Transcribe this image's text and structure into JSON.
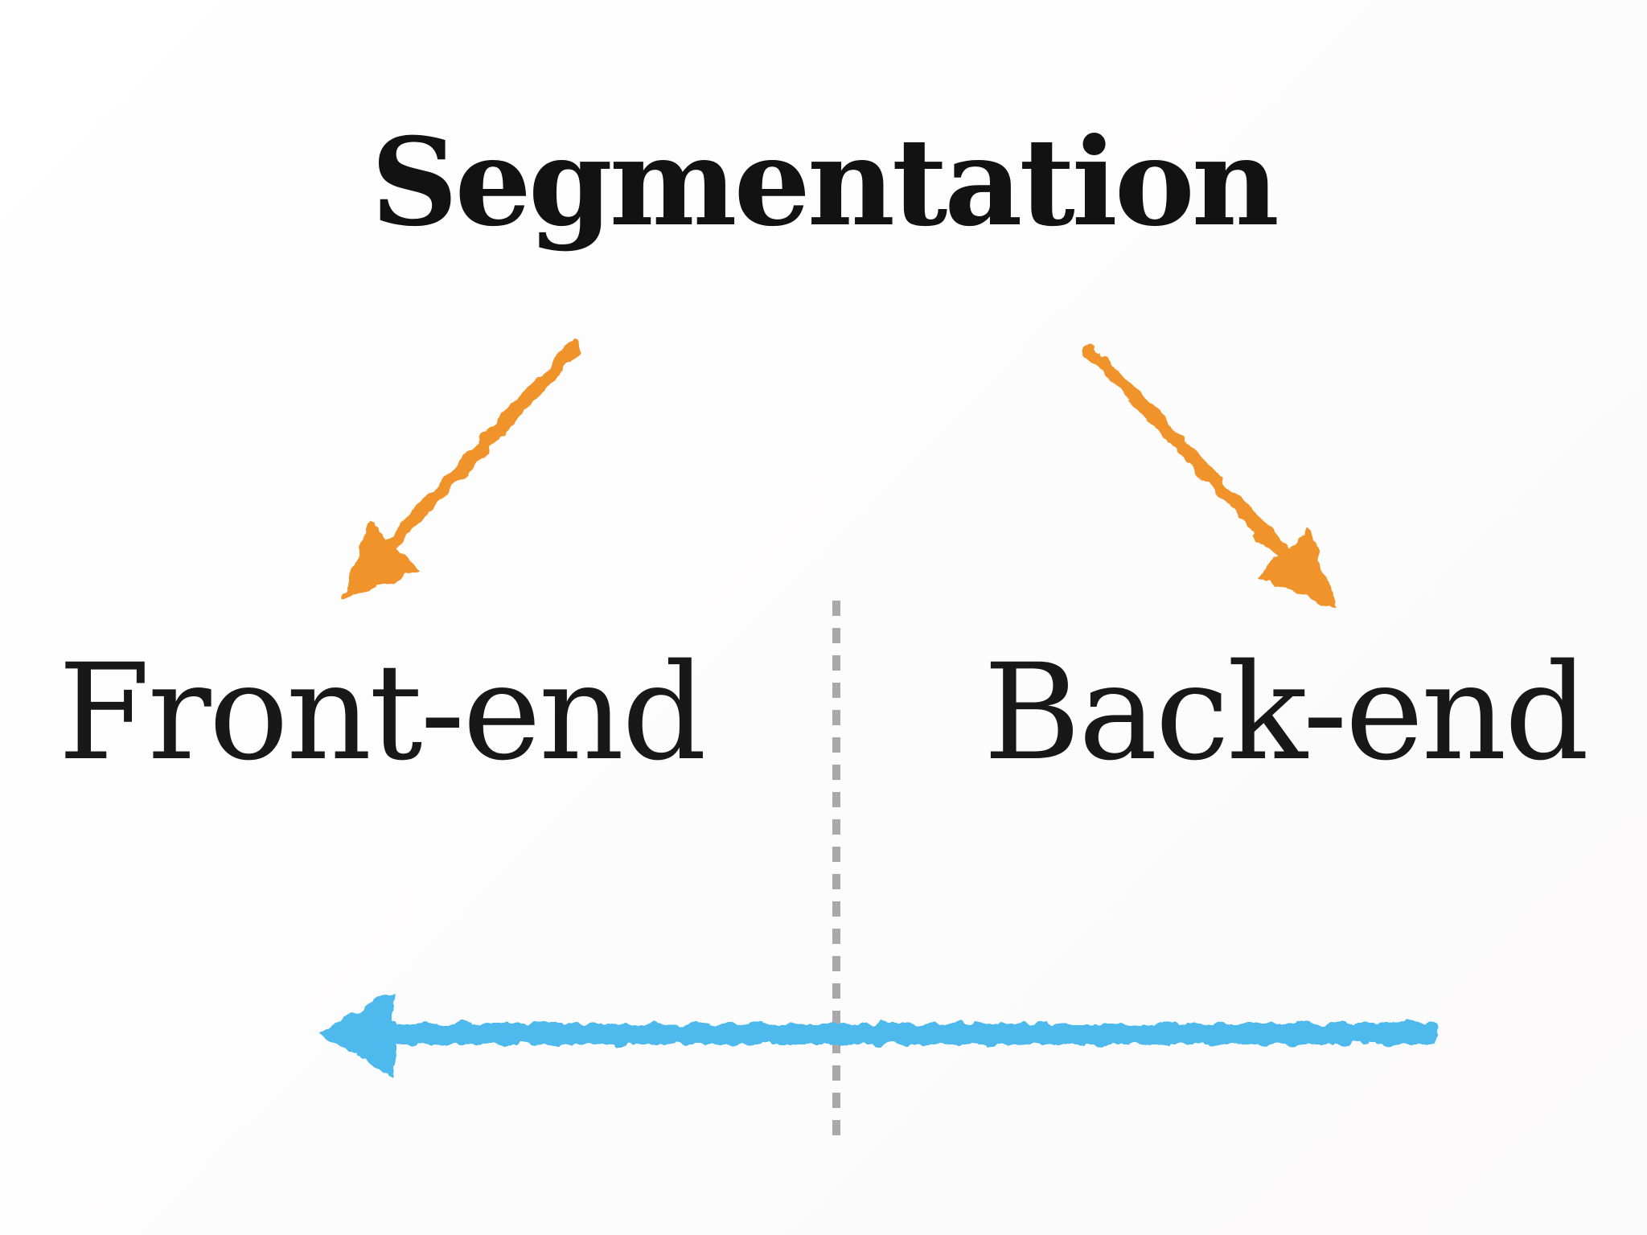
{
  "diagram": {
    "title": "Segmentation",
    "left_label": "Front-end",
    "right_label": "Back-end"
  },
  "arrows": {
    "left_branch": {
      "icon": "crayon-arrow-down-left-icon",
      "color": "#F0932B"
    },
    "right_branch": {
      "icon": "crayon-arrow-down-right-icon",
      "color": "#F0932B"
    },
    "bottom_flow": {
      "icon": "crayon-arrow-left-icon",
      "color": "#4EB9ED"
    },
    "divider": {
      "icon": "dashed-vertical-line",
      "color": "#ACA8A9"
    }
  },
  "colors": {
    "title_text": "#121212",
    "label_text": "#181818",
    "background": "#FFFFFF"
  }
}
